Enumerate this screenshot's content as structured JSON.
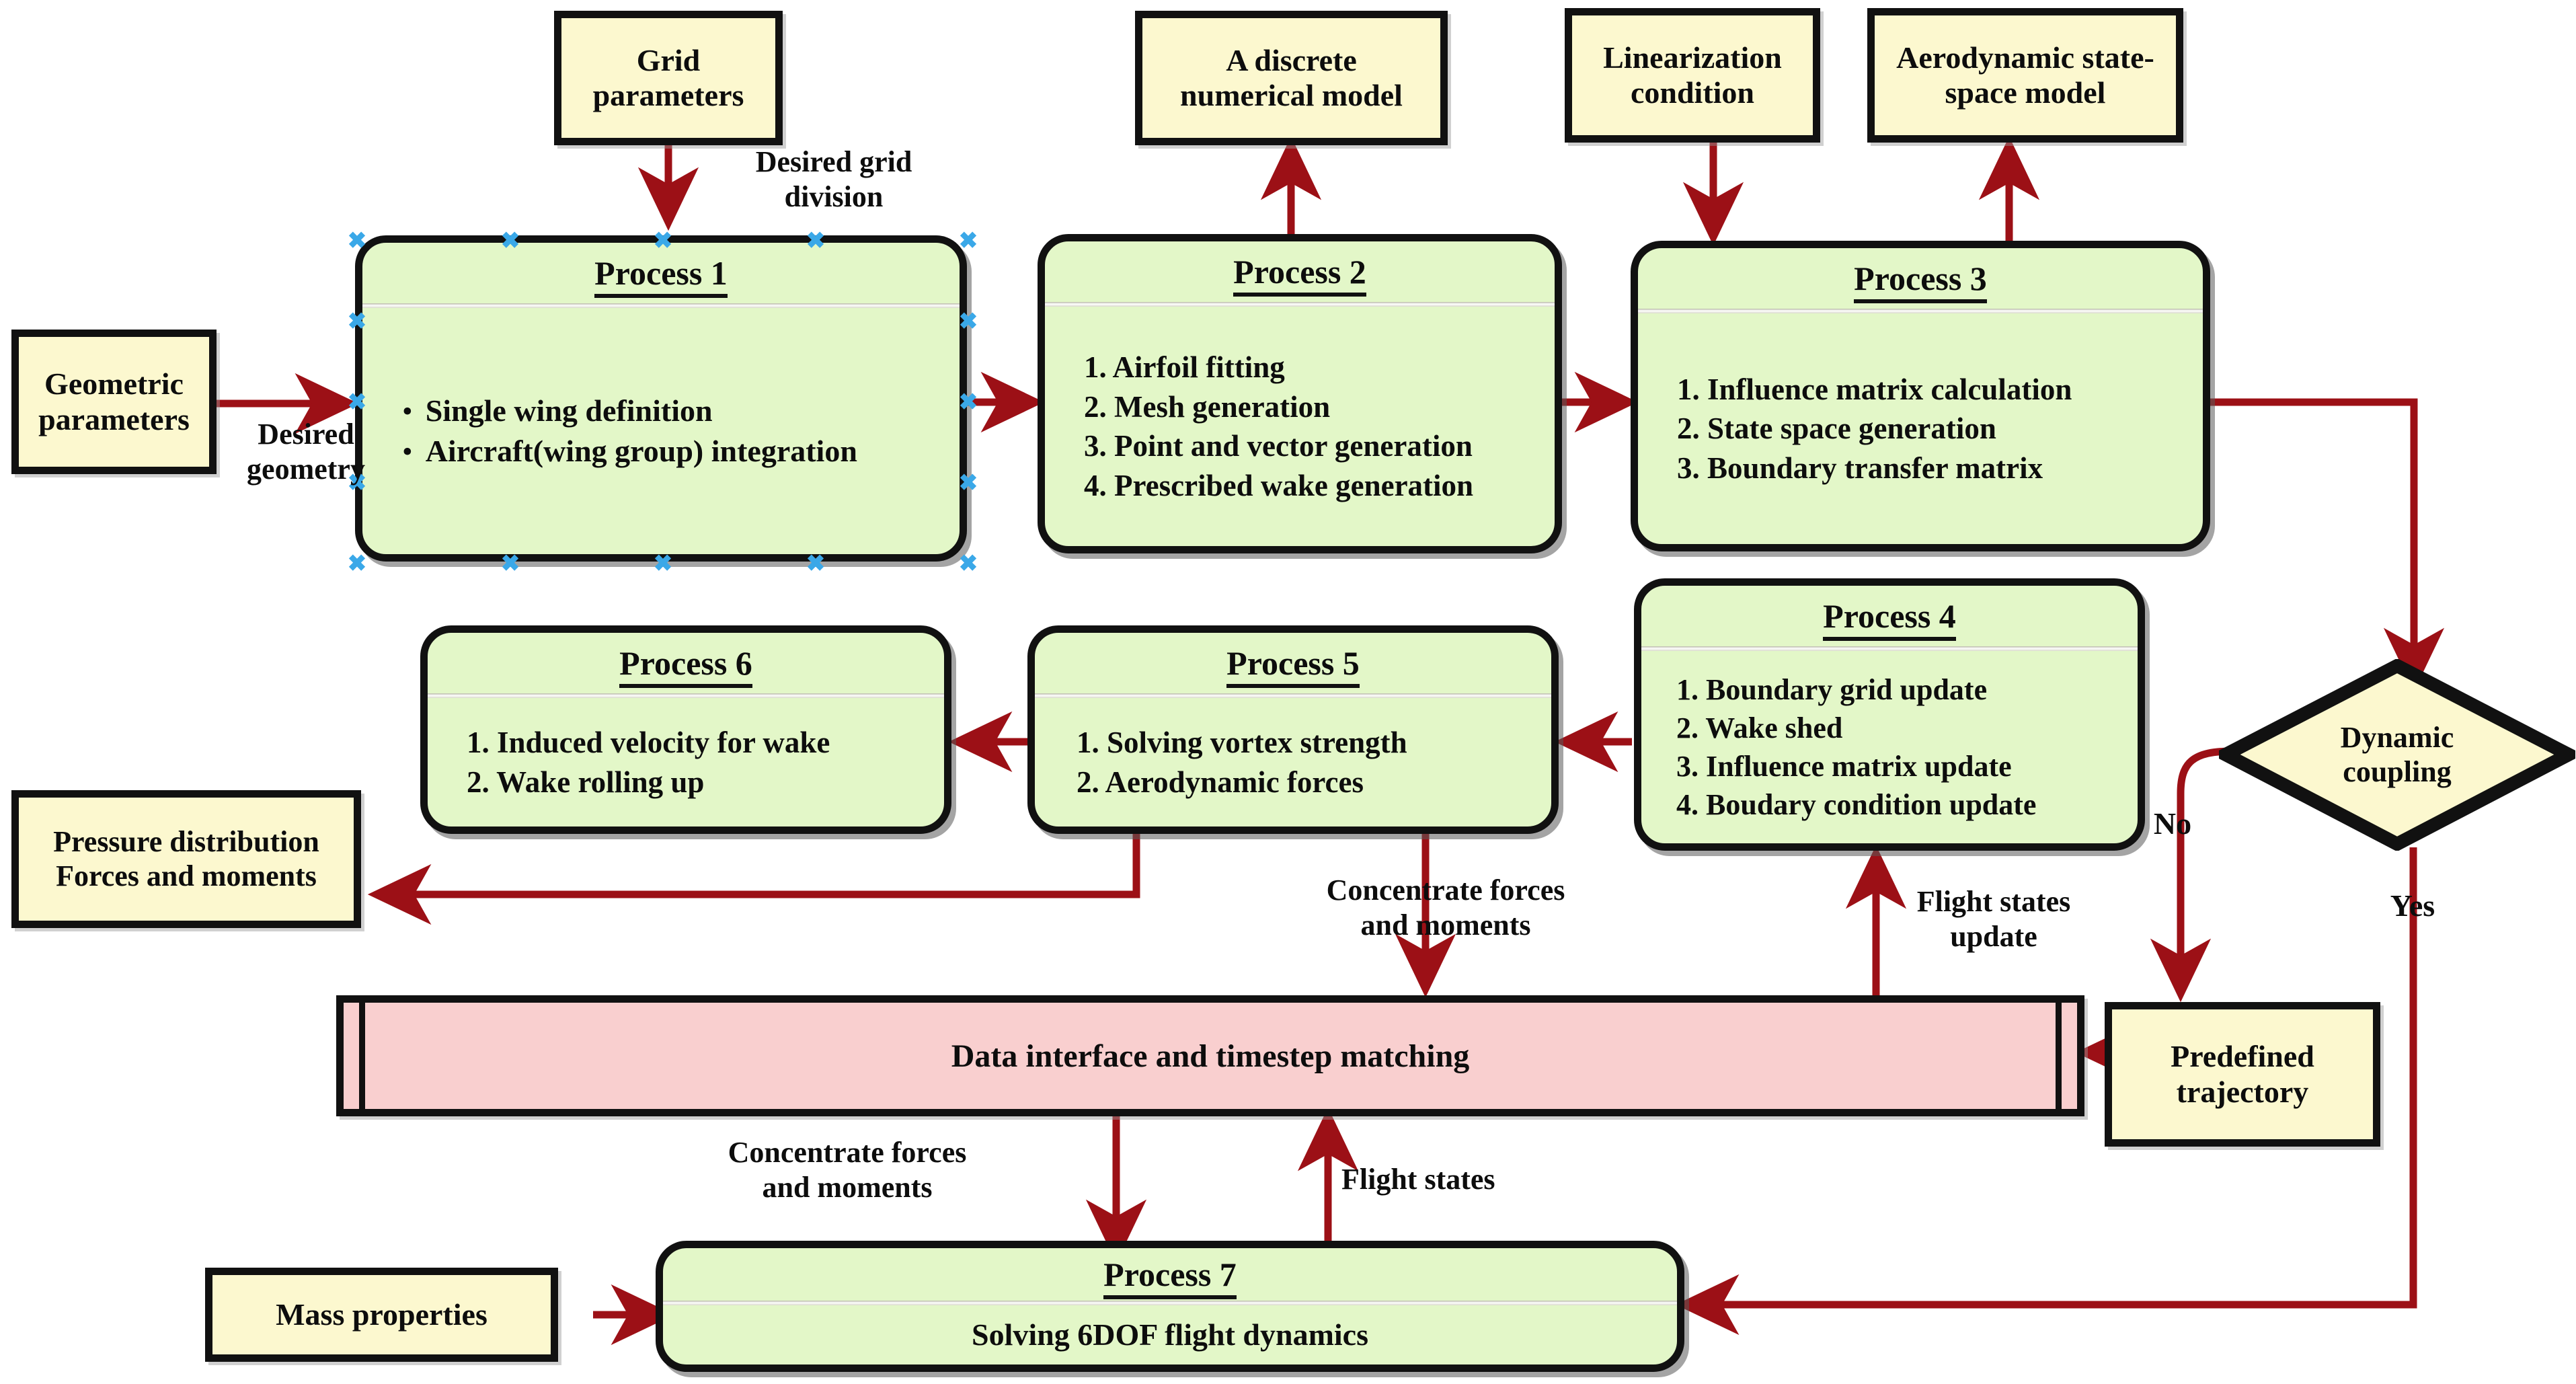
{
  "diagram": {
    "title": "Aeroelastic / flight-dynamics solver process flowchart",
    "colors": {
      "io_fill": "#fcf8cf",
      "process_fill": "#e3f7c8",
      "interface_fill": "#f9cfcf",
      "border": "#111111",
      "arrow": "#9c1016",
      "handle": "#3aa8e8"
    }
  },
  "io_nodes": {
    "grid_parameters": "Grid\nparameters",
    "discrete_model": "A discrete\nnumerical model",
    "linearization_condition": "Linearization\ncondition",
    "aero_state_space": "Aerodynamic state-\nspace model",
    "geometric_parameters": "Geometric\nparameters",
    "pressure_distribution": "Pressure distribution\nForces and moments",
    "predefined_trajectory": "Predefined\ntrajectory",
    "mass_properties": "Mass properties"
  },
  "decision": {
    "dynamic_coupling": "Dynamic\ncoupling",
    "branch_no": "No",
    "branch_yes": "Yes"
  },
  "interface_bar": {
    "label": "Data interface and timestep matching"
  },
  "processes": [
    {
      "id": "process-1",
      "title": "Process 1",
      "list_style": "bullet",
      "items": [
        "Single wing definition",
        "Aircraft(wing group) integration"
      ]
    },
    {
      "id": "process-2",
      "title": "Process 2",
      "list_style": "numbered",
      "items": [
        "1. Airfoil fitting",
        "2. Mesh generation",
        "3. Point and vector generation",
        "4. Prescribed wake generation"
      ]
    },
    {
      "id": "process-3",
      "title": "Process 3",
      "list_style": "numbered",
      "items": [
        "1. Influence matrix calculation",
        "2. State space generation",
        "3. Boundary transfer matrix"
      ]
    },
    {
      "id": "process-4",
      "title": "Process 4",
      "list_style": "numbered",
      "items": [
        "1. Boundary grid update",
        "2. Wake shed",
        "3. Influence matrix update",
        "4. Boudary condition update"
      ]
    },
    {
      "id": "process-5",
      "title": "Process 5",
      "list_style": "numbered",
      "items": [
        "1. Solving vortex strength",
        "2. Aerodynamic forces"
      ]
    },
    {
      "id": "process-6",
      "title": "Process 6",
      "list_style": "numbered",
      "items": [
        "1. Induced velocity for wake",
        "2. Wake rolling up"
      ]
    },
    {
      "id": "process-7",
      "title": "Process 7",
      "list_style": "plain",
      "items": [
        "Solving 6DOF flight dynamics"
      ]
    }
  ],
  "edge_labels": {
    "desired_grid_division": "Desired grid\ndivision",
    "desired_geometry": "Desired\ngeometry",
    "concentrate_forces_upper": "Concentrate forces\nand moments",
    "flight_states_update": "Flight states\nupdate",
    "concentrate_forces_lower": "Concentrate forces\nand moments",
    "flight_states": "Flight states"
  }
}
